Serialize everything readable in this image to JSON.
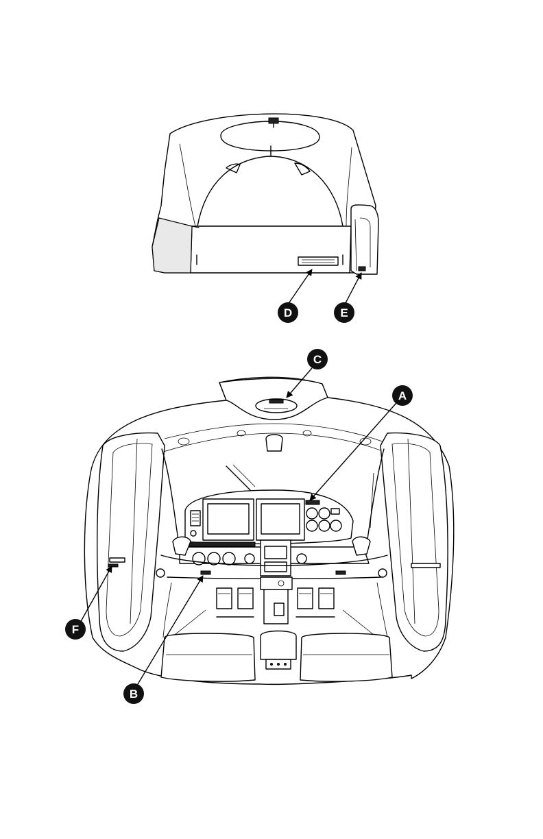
{
  "callouts": {
    "a": "A",
    "b": "B",
    "c": "C",
    "d": "D",
    "e": "E",
    "f": "F"
  }
}
